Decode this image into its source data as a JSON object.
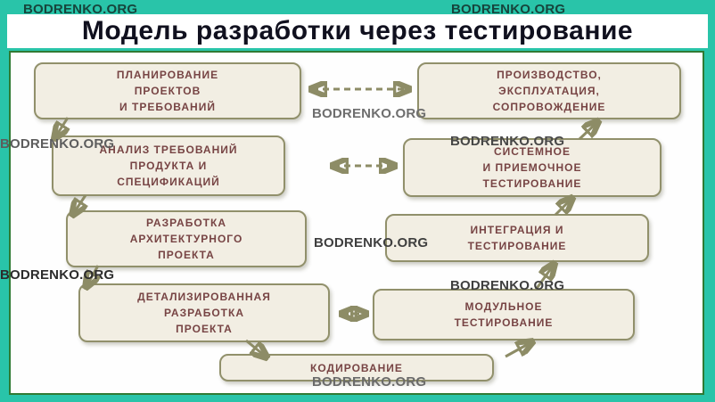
{
  "title": "Модель разработки через тестирование",
  "watermark": "BODRENKO.ORG",
  "boxes": {
    "planning": "ПЛАНИРОВАНИЕ\nПРОЕКТОВ\nИ ТРЕБОВАНИЙ",
    "production": "ПРОИЗВОДСТВО,\nЭКСПЛУАТАЦИЯ,\nСОПРОВОЖДЕНИЕ",
    "analysis": "АНАЛИЗ ТРЕБОВАНИЙ\nПРОДУКТА И\nСПЕЦИФИКАЦИЙ",
    "system_testing": "СИСТЕМНОЕ\nИ ПРИЕМОЧНОЕ\nТЕСТИРОВАНИЕ",
    "architecture": "РАЗРАБОТКА\nАРХИТЕКТУРНОГО\nПРОЕКТА",
    "integration_testing": "ИНТЕГРАЦИЯ И\nТЕСТИРОВАНИЕ",
    "detailed_design": "ДЕТАЛИЗИРОВАННАЯ\nРАЗРАБОТКА\nПРОЕКТА",
    "unit_testing": "МОДУЛЬНОЕ\nТЕСТИРОВАНИЕ",
    "coding": "КОДИРОВАНИЕ"
  },
  "colors": {
    "background": "#29c4a9",
    "panel_border": "#2f7a33",
    "box_fill": "#f2eee3",
    "box_border": "#91906b",
    "box_text": "#774444",
    "arrow": "#8d8c66",
    "title_text": "#10101e"
  }
}
